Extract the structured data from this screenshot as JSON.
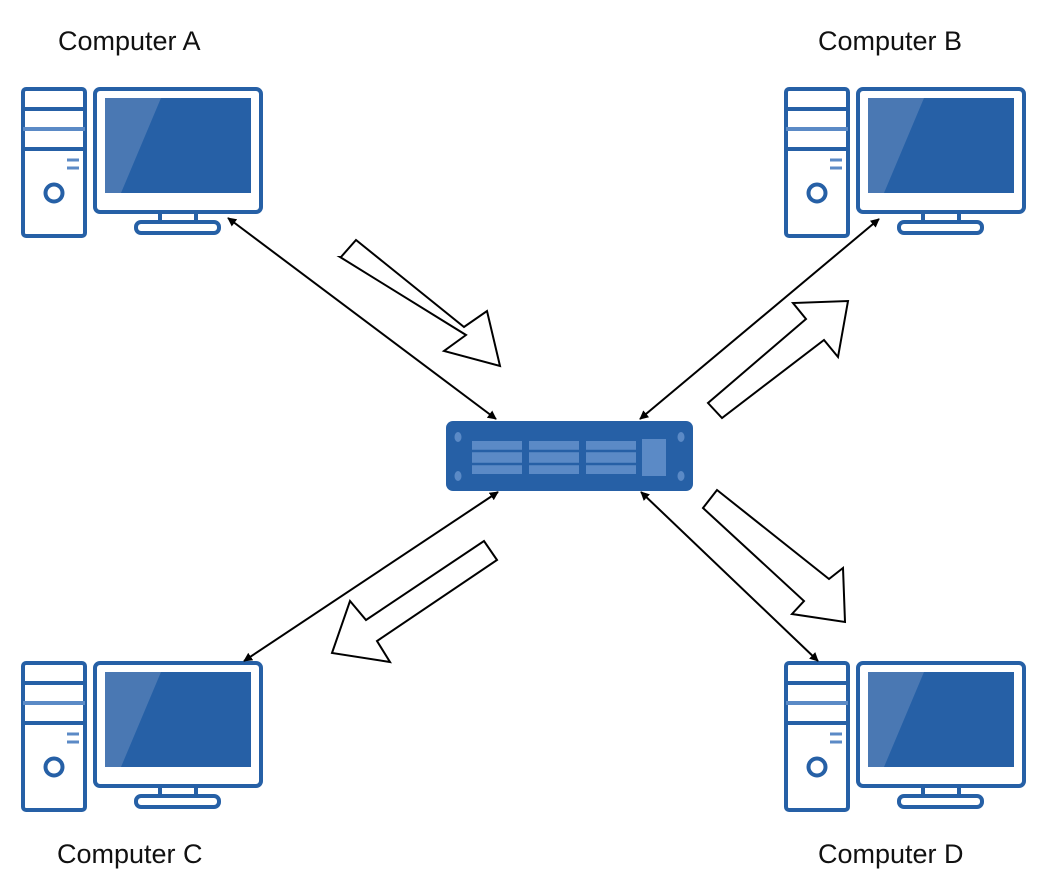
{
  "computers": {
    "a": {
      "label": "Computer A"
    },
    "b": {
      "label": "Computer B"
    },
    "c": {
      "label": "Computer C"
    },
    "d": {
      "label": "Computer D"
    }
  },
  "colors": {
    "device_outline": "#2660a6",
    "screen_fill": "#2660a6",
    "screen_highlight": "#4a78b3",
    "switch_body": "#2660a6",
    "switch_port": "#5b8ac6",
    "line": "#000000"
  },
  "icons": {
    "computer": "desktop-computer-icon",
    "switch": "network-switch-icon"
  }
}
